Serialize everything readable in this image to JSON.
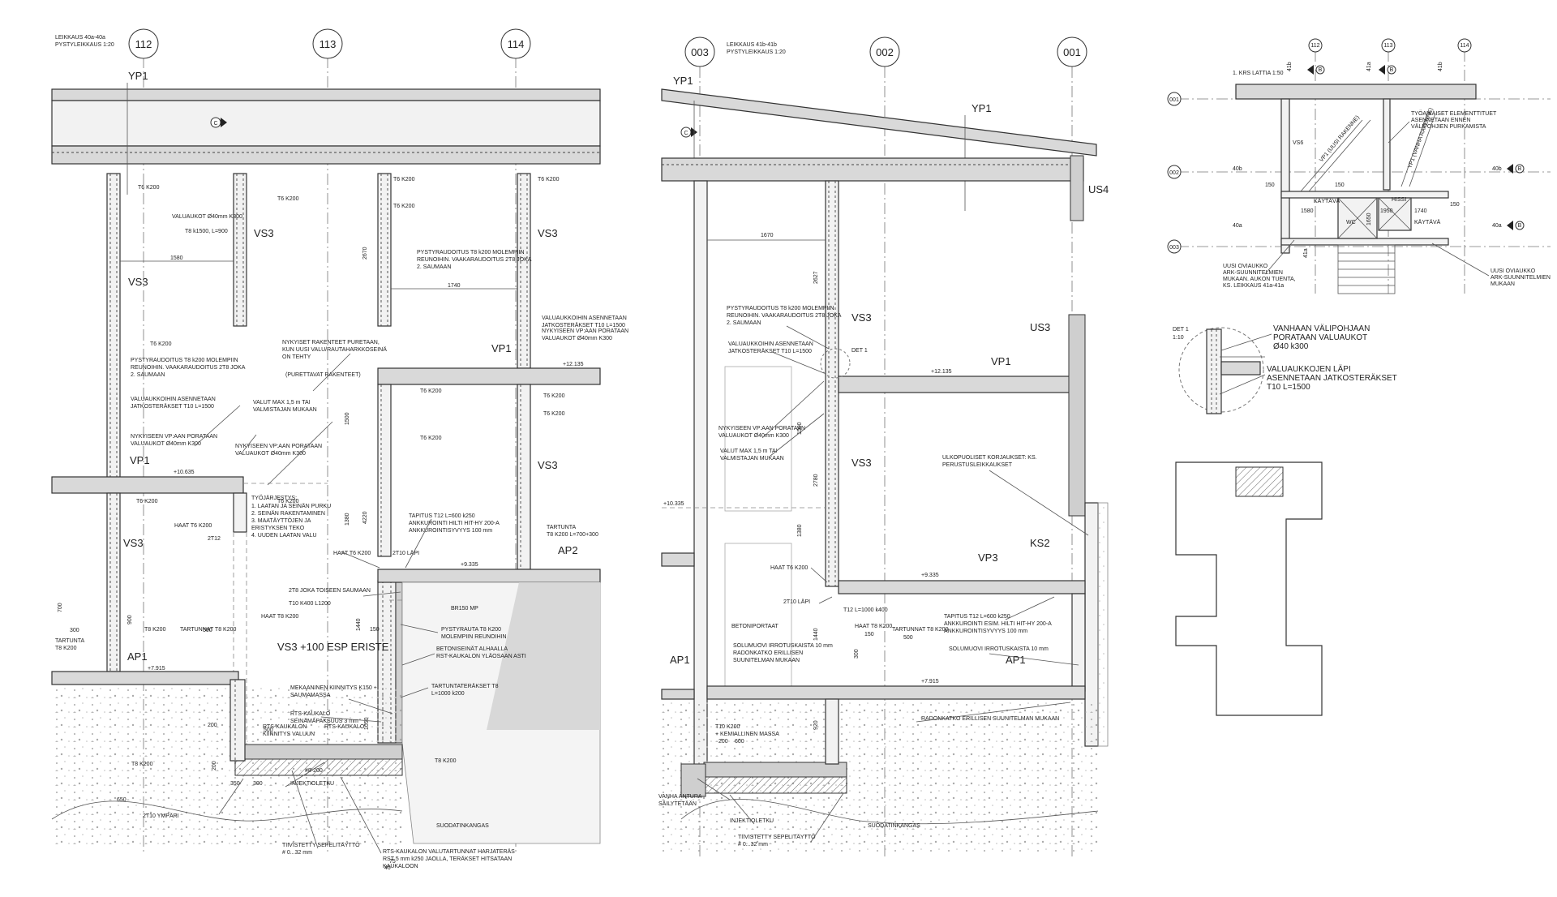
{
  "left_section": {
    "title_1": "LEIKKAUS 40a-40a",
    "title_2": "PYSTYLEIKKAUS 1:20",
    "grid": [
      "112",
      "113",
      "114"
    ],
    "labels": {
      "yp1": "YP1",
      "c": "C",
      "vs3_a": "VS3",
      "vs3_b": "VS3",
      "vs3_c": "VS3",
      "vs3_d": "VS3",
      "vp1_a": "VP1",
      "vp1_b": "VP1",
      "ap1": "AP1",
      "ap2": "AP2",
      "vs3_eriste": "VS3 +100 ESP ERISTE"
    },
    "levels": {
      "l1": "+12.135",
      "l2": "+10.635",
      "l3": "+9.335",
      "l4": "+7.915"
    },
    "rebar": {
      "t6_1": "T6 K200",
      "t6_2": "T6 K200",
      "t6_3": "T6 K200",
      "t6_4": "T6 K200",
      "t6_5": "T6 K200",
      "t6_6": "T6 K200",
      "t6_7": "T6 K200",
      "t6_8": "T6 K200",
      "t6_9": "T6 K200",
      "t6_10": "T6 K200",
      "valuaukot": "VALUAUKOT Ø40mm K300",
      "t8k1500": "T8 k1500, L=900"
    },
    "dims": {
      "d1580": "1580",
      "d1740": "1740",
      "d2670": "2670",
      "d1500": "1500",
      "d1380": "1380",
      "d4220": "4220",
      "d1440": "1440",
      "d150": "150",
      "d500a": "500",
      "d500b": "500",
      "d300": "300",
      "d700": "700",
      "d900": "900",
      "d1050": "1050",
      "d200a": "200",
      "d200b": "200",
      "d350": "350",
      "d650": "650",
      "d75": "75",
      "d40": "40"
    },
    "notes": {
      "n1_a": "PYSTYRAUDOITUS T8 k200 MOLEMPIIN",
      "n1_b": "REUNOIHIN. VAAKARAUDOITUS 2T8 JOKA",
      "n1_c": "2. SAUMAAN",
      "n2_a": "PYSTYRAUDOITUS T8 k200 MOLEMPIIN",
      "n2_b": "REUNOIHIN. VAAKARAUDOITUS 2T8 JOKA",
      "n2_c": "2. SAUMAAN",
      "n3_a": "VALUAUKKOIHIN ASENNETAAN",
      "n3_b": "JATKOSTERÄKSET T10 L=1500",
      "n4_a": "VALUAUKKOIHIN ASENNETAAN",
      "n4_b": "JATKOSTERÄKSET T10 L=1500",
      "n5_a": "NYKYISEEN VP:AAN PORATAAN",
      "n5_b": "VALUAUKOT Ø40mm K300",
      "n6_a": "NYKYISEEN VP:AAN PORATAAN",
      "n6_b": "VALUAUKOT Ø40mm K300",
      "n7_a": "NYKYISEEN VP:AAN PORATAAN",
      "n7_b": "VALUAUKOT Ø40mm K300",
      "n8_a": "NYKYISET RAKENTEET PURETAAN,",
      "n8_b": "KUN UUSI VALU/RAUTAHARKKOSEINÄ",
      "n8_c": "ON TEHTY",
      "n9": "(PURETTAVAT RAKENTEET)",
      "n10_a": "VALUT MAX 1,5 m TAI",
      "n10_b": "VALMISTAJAN MUKAAN",
      "n11_a": "TYÖJÄRJESTYS:",
      "n11_b": "1. LAATAN JA SEINÄN PURKU",
      "n11_c": "2. SEINÄN RAKENTAMINEN",
      "n11_d": "3. MAATÄYTTÖJEN JA",
      "n11_e": "ERISTYKSEN TEKO",
      "n11_f": "4. UUDEN LAATAN VALU",
      "n12": "HAAT T6 K200",
      "n13": "2T12",
      "n14": "HAAT T6 K200",
      "n15": "2T10 LÄPI",
      "n16_a": "TAPITUS T12 L=600 k250",
      "n16_b": "ANKKUROINTI HILTI HIT-HY 200-A",
      "n16_c": "ANKKUROINTISYVYYS 100 mm",
      "n17_a": "TARTUNTA",
      "n17_b": "T8 K200 L=700+300",
      "n18": "2T8 JOKA TOISEEN SAUMAAN",
      "n19": "T10 K400 L1200",
      "n20": "BR150 MP",
      "n21_a": "PYSTYRAUTA T8 K200",
      "n21_b": "MOLEMPIIN REUNOIHIN",
      "n22_a": "BETONISEINÄT ALHAALLA",
      "n22_b": "RST-KAUKALON YLÄOSAAN ASTI",
      "n23_a": "TARTUNTATERÄKSET T8",
      "n23_b": "L=1000 k200",
      "n24_a": "MEKAANINEN KIINNITYS K150 +",
      "n24_b": "SAUMAMASSA",
      "n25_a": "RTS-KAUKALO",
      "n25_b": "SEINÄMÄPAKSUUS 3 mm",
      "n26": "RTS-KAUKALO",
      "n27_a": "RTS-KAUKALON",
      "n27_b": "KIINNITYS VALUUN",
      "n28": "HAAT T8 K200",
      "n29": "T8 K200",
      "n30": "T8 K200",
      "n31": "T8 K200",
      "n32": "TARTUNNAT T8 K200",
      "n33_a": "TARTUNTA",
      "n33_b": "T8 K200",
      "n34": "INJEKTIOLETKU",
      "n35": "#8-200",
      "n36": "2T10 YMPÄRI",
      "n37": "SUODATINKANGAS",
      "n38_a": "TIIVISTETTY SEPELITÄYTTÖ",
      "n38_b": "# 0...32 mm",
      "n39_a": "RTS-KAUKALON VALUTARTUNNAT HARJATERÄS",
      "n39_b": "RST 5 mm k250 JAOLLA, TERÄKSET HITSATAAN",
      "n39_c": "KAUKALOON"
    }
  },
  "middle_section": {
    "title_1": "LEIKKAUS 41b-41b",
    "title_2": "PYSTYLEIKKAUS 1:20",
    "grid": [
      "003",
      "002",
      "001"
    ],
    "labels": {
      "yp1_a": "YP1",
      "yp1_b": "YP1",
      "c": "C",
      "us4": "US4",
      "us3": "US3",
      "vs3_a": "VS3",
      "vs3_b": "VS3",
      "vp1": "VP1",
      "ks2": "KS2",
      "vp3": "VP3",
      "ap1_a": "AP1",
      "ap1_b": "AP1",
      "det1": "DET 1"
    },
    "levels": {
      "l1": "+12.135",
      "l2": "+10.335",
      "l3": "+9.335",
      "l4": "+7.915"
    },
    "dims": {
      "d1670": "1670",
      "d2627": "2627",
      "d1500": "1500",
      "d2780": "2780",
      "d1380": "1380",
      "d1440": "1440",
      "d920": "920",
      "d150": "150",
      "d500": "500",
      "d300": "300",
      "d200": "200",
      "d600": "600"
    },
    "notes": {
      "n1_a": "PYSTYRAUDOITUS T8 k200 MOLEMPIIN",
      "n1_b": "REUNOIHIN. VAAKARAUDOITUS 2T8 JOKA",
      "n1_c": "2. SAUMAAN",
      "n2_a": "VALUAUKKOIHIN ASENNETAAN",
      "n2_b": "JATKOSTERÄKSET T10 L=1500",
      "n3_a": "NYKYISEEN VP:AAN PORATAAN",
      "n3_b": "VALUAUKOT Ø40mm K300",
      "n4_a": "VALUT MAX 1,5 m TAI",
      "n4_b": "VALMISTAJAN MUKAAN",
      "n5_a": "ULKOPUOLISET KORJAUKSET: KS.",
      "n5_b": "PERUSTUSLEIKKAUKSET",
      "n6": "HAAT T6 K200",
      "n7": "2T10 LÄPI",
      "n8": "T12 L=1000 k400",
      "n9_a": "TAPITUS T12 L=600 k250",
      "n9_b": "ANKKUROINTI ESIM. HILTI HIT-HY 200-A",
      "n9_c": "ANKKUROINTISYVYYS 100 mm",
      "n10": "HAAT T8 K200",
      "n11": "TARTUNNAT T8 K200",
      "n12": "BETONIPORTAAT",
      "n13_a": "SOLUMUOVI IRROTUSKAISTA 10 mm",
      "n13_b": "RADONKATKO ERILLISEN",
      "n13_c": "SUUNITELMAN MUKAAN",
      "n14": "SOLUMUOVI IRROTUSKAISTA 10 mm",
      "n15": "RADONKATKO ERILLISEN SUUNITELMAN MUKAAN",
      "n16_a": "T10 K200",
      "n16_b": "+ KEMIALLINEN MASSA",
      "n17_a": "VANHA ANTURA",
      "n17_b": "SÄILYTETÄÄN",
      "n18": "INJEKTIOLETKU",
      "n19": "SUODATINKANGAS",
      "n20_a": "TIIVISTETTY SEPELITÄYTTÖ",
      "n20_b": "# 0...32 mm"
    }
  },
  "plan": {
    "title": "1. KRS LATTIA 1:50",
    "grid_top": [
      "112",
      "113",
      "114"
    ],
    "grid_side": [
      "001",
      "002",
      "003"
    ],
    "tags": {
      "t40b_l": "40b",
      "t40b_r": "40b",
      "t40a_l": "40a",
      "t40a_r": "40a",
      "t41b_l": "41b",
      "t41b_r": "41b",
      "t41a_l": "41a",
      "t41a_r": "41a",
      "b1": "B",
      "b2": "B",
      "b3": "B",
      "b4": "B"
    },
    "labels": {
      "vs6": "VS6",
      "vp1_uusi": "VP1 (UUSI RAKENNE)",
      "yp1_vanha": "YP1 (VANHA RAKENNE)",
      "kaytava_a": "KÄYTÄVÄ",
      "kaytava_b": "KÄYTÄVÄ",
      "wc": "WC",
      "hissi": "HISSI",
      "d150a": "150",
      "d150b": "150",
      "d150c": "150",
      "d1580": "1580",
      "d1950": "1950",
      "d1740": "1740",
      "d1650": "1650"
    },
    "notes": {
      "n1_a": "TYÖAIKAISET ELEMENTTITUET",
      "n1_b": "ASENNETAAN ENNEN",
      "n1_c": "VÄLIPOHJIEN PURKAMISTA",
      "n2_a": "UUSI OVIAUKKO",
      "n2_b": "ARK-SUUNNITELMIEN",
      "n2_c": "MUKAAN. AUKON TUENTA,",
      "n2_d": "KS. LEIKKAUS 41a-41a",
      "n3_a": "UUSI OVIAUKKO",
      "n3_b": "ARK-SUUNNITELMIEN",
      "n3_c": "MUKAAN"
    }
  },
  "detail": {
    "title_1": "DET 1",
    "title_2": "1:10",
    "note1_a": "VANHAAN VÄLIPOHJAAN",
    "note1_b": "PORATAAN VALUAUKOT",
    "note1_c": "Ø40 k300",
    "note2_a": "VALUAUKKOJEN LÄPI",
    "note2_b": "ASENNETAAN JATKOSTERÄKSET",
    "note2_c": "T10 L=1500"
  }
}
